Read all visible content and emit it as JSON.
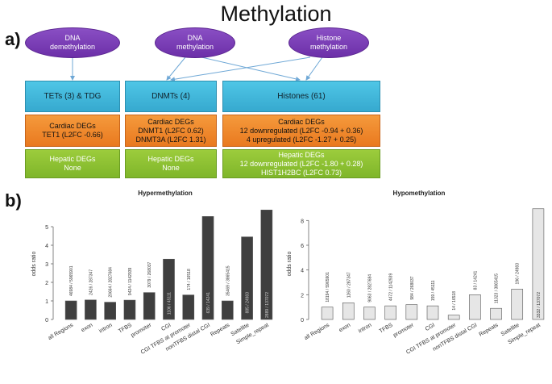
{
  "title": "Methylation",
  "panel_a_label": "a)",
  "panel_b_label": "b)",
  "ellipses": [
    {
      "line1": "DNA",
      "line2": "demethylation"
    },
    {
      "line1": "DNA",
      "line2": "methylation"
    },
    {
      "line1": "Histone",
      "line2": "methylation"
    }
  ],
  "columns": [
    {
      "header": "TETs (3) & TDG",
      "cardiac": [
        "Cardiac DEGs",
        "TET1 (L2FC -0.66)"
      ],
      "hepatic": [
        "Hepatic DEGs",
        "None"
      ]
    },
    {
      "header": "DNMTs (4)",
      "cardiac": [
        "Cardiac DEGs",
        "DNMT1 (L2FC 0.62)",
        "DNMT3A (L2FC 1.31)"
      ],
      "hepatic": [
        "Hepatic DEGs",
        "None"
      ]
    },
    {
      "header": "Histones  (61)",
      "cardiac": [
        "Cardiac DEGs",
        "12 downregulated (L2FC -0.94 + 0.36)",
        "4 upregulated (L2FC -1.27 + 0.25)"
      ],
      "hepatic": [
        "Hepatic DEGs",
        "12 downregulated (L2FC -1.80 + 0.28)",
        "HIST1H2BC (L2FC 0.73)"
      ]
    }
  ],
  "chart_data": [
    {
      "type": "bar",
      "title": "Hypermethylation",
      "ylabel": "odds ratio",
      "ylim": [
        0,
        6
      ],
      "yticks": [
        0,
        1,
        2,
        3,
        4,
        5
      ],
      "bar_color": "#3f3f3f",
      "categories": [
        "all Regions",
        "exon",
        "intron",
        "TFBS",
        "promoter",
        "CGI",
        "CGI TFBS at promoter",
        "nonTFBS distal CGI",
        "Repeats",
        "Satellite",
        "Simple_repeat"
      ],
      "values": [
        1.0,
        1.05,
        0.93,
        1.04,
        1.45,
        3.25,
        1.32,
        5.55,
        1.0,
        4.45,
        5.9
      ],
      "labels": [
        "46984 / 5965901",
        "2426 / 287347",
        "20664 / 2827684",
        "9424 / 1142939",
        "3079 / 268037",
        "1106 / 45111",
        "174 / 16518",
        "639 / 14241",
        "35469 / 3865415",
        "885 / 24983",
        "2889 / 137072"
      ]
    },
    {
      "type": "bar",
      "title": "Hypomethylation",
      "ylabel": "odds ratio",
      "ylim": [
        0,
        9
      ],
      "yticks": [
        0,
        2,
        4,
        6,
        8
      ],
      "bar_color": "#e6e6e6",
      "categories": [
        "all Regions",
        "exon",
        "intron",
        "TFBS",
        "promoter",
        "CGI",
        "CGI TFBS at promoter",
        "nonTFBS distal CGI",
        "Repeats",
        "Satellite",
        "Simple_repeat"
      ],
      "values": [
        1.0,
        1.35,
        1.0,
        1.1,
        1.2,
        1.1,
        0.35,
        2.0,
        0.9,
        2.45,
        8.95
      ],
      "labels": [
        "18194 / 5965901",
        "1260 / 287347",
        "9063 / 2827684",
        "4472 / 1142939",
        "984 / 268037",
        "159 / 45111",
        "14 / 16518",
        "83 / 14241",
        "11323 / 3865415",
        "196 / 24983",
        "3332 / 137072"
      ]
    }
  ]
}
